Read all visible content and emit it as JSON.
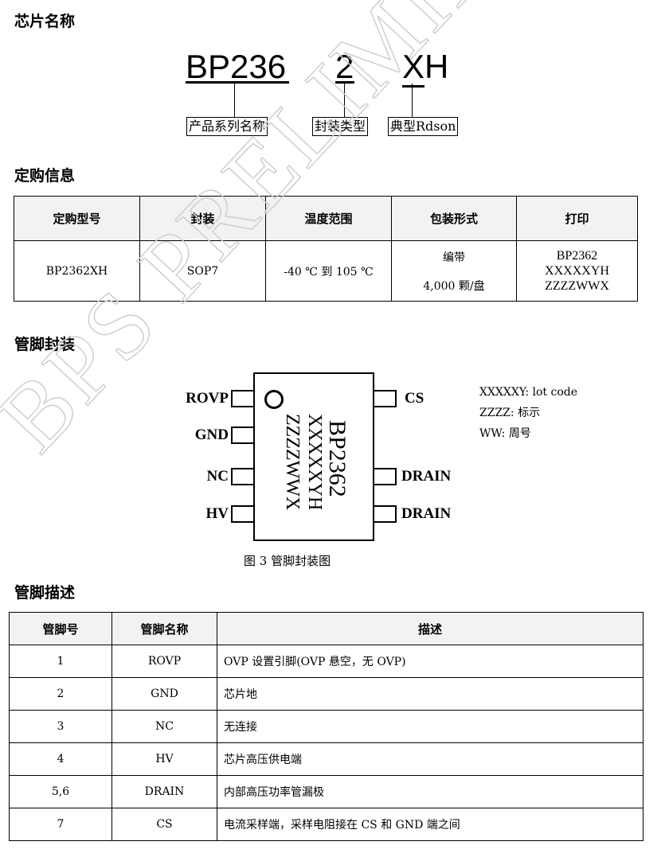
{
  "sections": {
    "naming": "芯片名称",
    "ordering": "定购信息",
    "package": "管脚封装",
    "pins": "管脚描述"
  },
  "naming": {
    "part1": "BP236",
    "part2": "2",
    "part3a": "X",
    "part3b": "H",
    "label1": "产品系列名称",
    "label2": "封装类型",
    "label3": "典型Rdson"
  },
  "ordering": {
    "headers": [
      "定购型号",
      "封装",
      "温度范围",
      "包装形式",
      "打印"
    ],
    "row": {
      "model": "BP2362XH",
      "package": "SOP7",
      "temp": "-40 ℃ 到 105 ℃",
      "pack1": "编带",
      "pack2": "4,000 颗/盘",
      "print1": "BP2362",
      "print2": "XXXXXYH",
      "print3": "ZZZZWWX"
    }
  },
  "chip": {
    "left_pins": [
      "ROVP",
      "GND",
      "NC",
      "HV"
    ],
    "right_pins": [
      "CS",
      "DRAIN",
      "DRAIN"
    ],
    "mark1": "BP2362",
    "mark2": "XXXXXYH",
    "mark3": "ZZZZWWX",
    "legend": [
      "XXXXXY: lot code",
      "ZZZZ: 标示",
      "WW: 周号"
    ],
    "caption": "图 3 管脚封装图"
  },
  "pin_table": {
    "headers": [
      "管脚号",
      "管脚名称",
      "描述"
    ],
    "rows": [
      [
        "1",
        "ROVP",
        "OVP 设置引脚(OVP 悬空，无 OVP)"
      ],
      [
        "2",
        "GND",
        "芯片地"
      ],
      [
        "3",
        "NC",
        "无连接"
      ],
      [
        "4",
        "HV",
        "芯片高压供电端"
      ],
      [
        "5,6",
        "DRAIN",
        "内部高压功率管漏极"
      ],
      [
        "7",
        "CS",
        "电流采样端，采样电阻接在 CS 和 GND 端之间"
      ]
    ]
  },
  "watermark": "BPS PRELIMINARY"
}
